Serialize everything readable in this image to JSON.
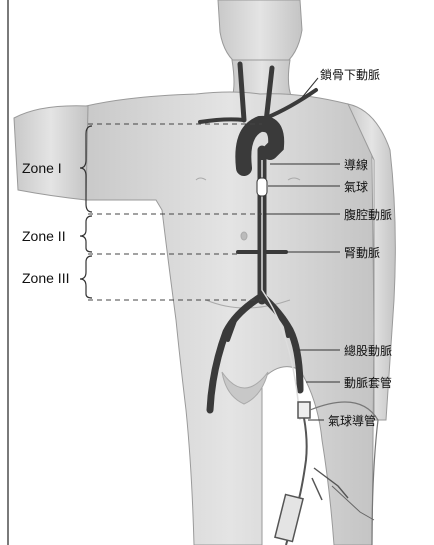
{
  "zones": {
    "zone1": "Zone I",
    "zone2": "Zone II",
    "zone3": "Zone III"
  },
  "labels": {
    "subclavian": "鎖骨下動脈",
    "guidewire": "導線",
    "balloon": "氣球",
    "celiac": "腹腔動脈",
    "renal": "腎動脈",
    "femoral": "總股動脈",
    "sheath": "動脈套管",
    "balloon_catheter": "氣球導管"
  },
  "colors": {
    "skin": "#dcdcdc",
    "skin_shadow": "#b9b9b9",
    "artery": "#3a3a3a",
    "balloon": "#ffffff",
    "line": "#555555"
  }
}
